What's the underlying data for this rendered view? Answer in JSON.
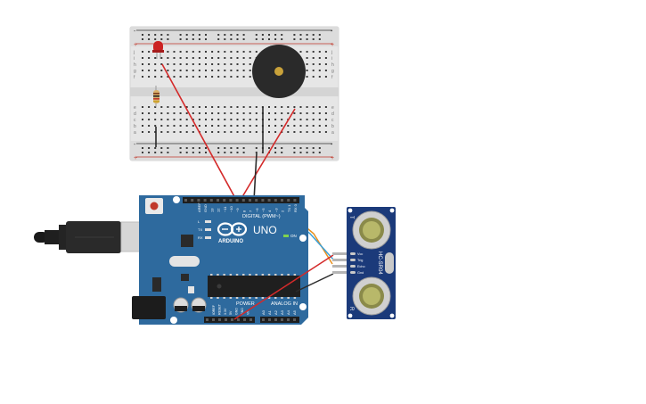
{
  "breadboard": {
    "top_row_letters": [
      "j",
      "i",
      "h",
      "g",
      "f"
    ],
    "bottom_row_letters": [
      "e",
      "d",
      "c",
      "b",
      "a"
    ],
    "rail_plus": "+",
    "rail_minus": "-"
  },
  "arduino": {
    "brand": "ARDUINO",
    "model": "UNO",
    "digital_label": "DIGITAL (PWM~)",
    "analog_label": "ANALOG IN",
    "power_label": "POWER",
    "on_label": "ON",
    "led_labels": [
      "L",
      "TX",
      "RX"
    ],
    "top_pin_labels": [
      "AREF",
      "GND",
      "13",
      "12",
      "~11",
      "~10",
      "~9",
      "8",
      "7",
      "~6",
      "~5",
      "4",
      "~3",
      "2",
      "TX 1",
      "RX 0"
    ],
    "power_pin_labels": [
      "IOREF",
      "RESET",
      "3.3V",
      "5V",
      "GND",
      "GND",
      "Vin"
    ],
    "analog_pin_labels": [
      "A0",
      "A1",
      "A2",
      "A3",
      "A4",
      "A5"
    ]
  },
  "sensor": {
    "model": "HC-SR04",
    "pin_labels": [
      "Vcc",
      "Trig",
      "Echo",
      "Gnd"
    ],
    "side_marks": [
      "T",
      "R"
    ]
  },
  "colors": {
    "board_blue": "#2e6a9e",
    "breadboard": "#e8e8e8",
    "wire_red": "#d42a2a",
    "wire_black": "#2b2b2b",
    "wire_orange": "#e8901e",
    "wire_blue": "#3aa0d8",
    "sensor_navy": "#1b3a7a",
    "led_red": "#cc2222",
    "buzzer": "#2a2a2a"
  }
}
